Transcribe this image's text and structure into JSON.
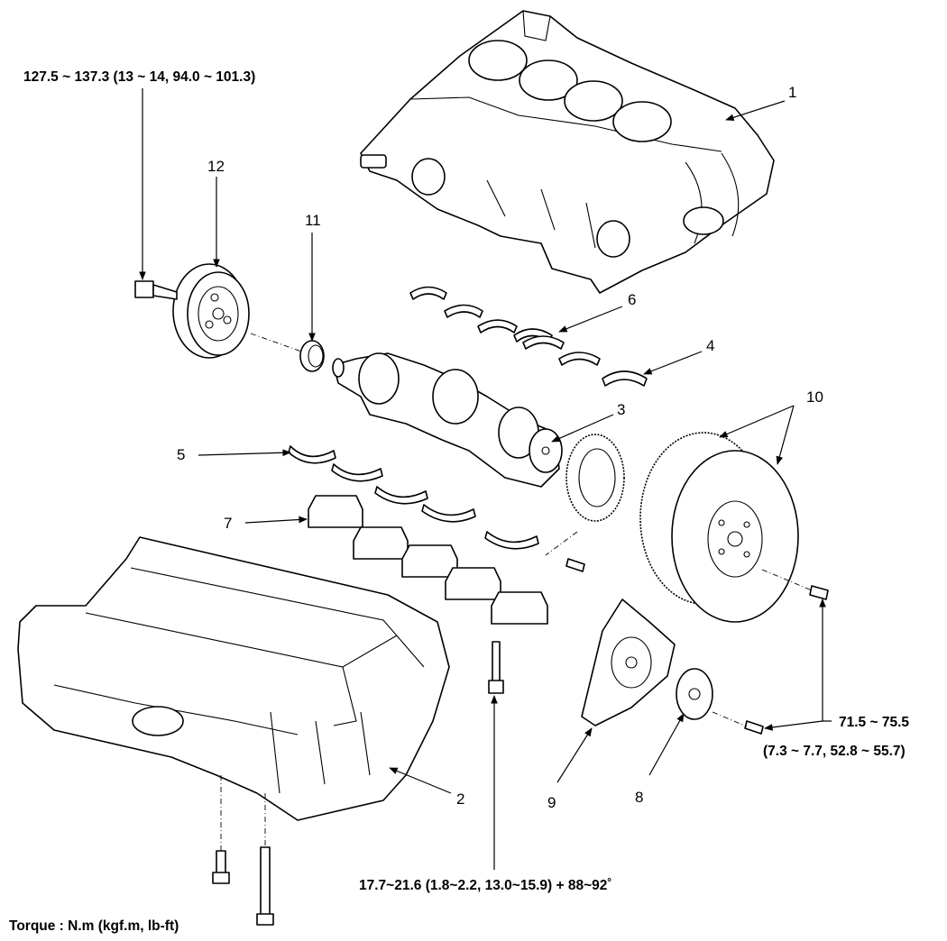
{
  "callouts": {
    "c1": "1",
    "c2": "2",
    "c3": "3",
    "c4": "4",
    "c5": "5",
    "c6": "6",
    "c7": "7",
    "c8": "8",
    "c9": "9",
    "c10": "10",
    "c11": "11",
    "c12": "12"
  },
  "torque": {
    "pulley_bolt": "127.5 ~ 137.3 (13 ~ 14, 94.0 ~ 101.3)",
    "flywheel_bolt_line1": "71.5 ~ 75.5",
    "flywheel_bolt_line2": "(7.3 ~ 7.7, 52.8 ~ 55.7)",
    "main_cap_bolt": "17.7~21.6 (1.8~2.2, 13.0~15.9) + 88~92˚",
    "units": "Torque : N.m (kgf.m, lb-ft)"
  }
}
